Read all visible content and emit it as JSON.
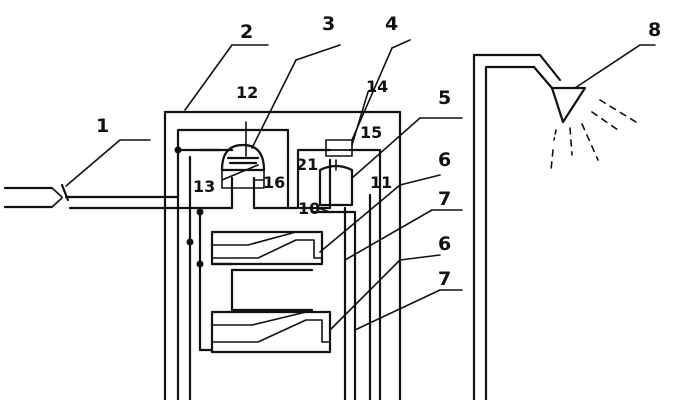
{
  "labels": {
    "l1": "1",
    "l2": "2",
    "l3": "3",
    "l4": "4",
    "l5": "5",
    "l6a": "6",
    "l6b": "6",
    "l7a": "7",
    "l7b": "7",
    "l8": "8",
    "l10": "10",
    "l11": "11",
    "l12": "12",
    "l13": "13",
    "l14": "14",
    "l15": "15",
    "l16": "16",
    "l21": "21"
  }
}
